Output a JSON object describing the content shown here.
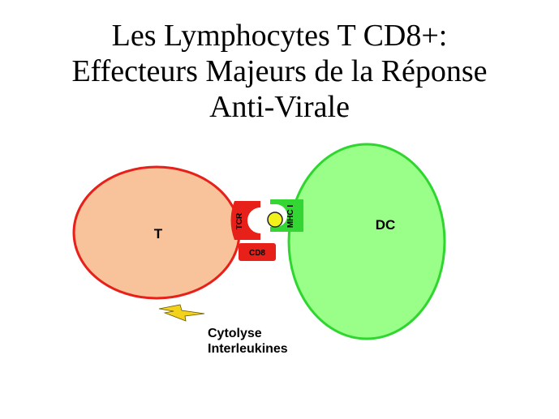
{
  "title": {
    "line1": "Les Lymphocytes T CD8+:",
    "line2": "Effecteurs Majeurs de la Réponse",
    "line3": "Anti-Virale"
  },
  "diagram": {
    "t_cell_label": "T",
    "dc_label": "DC",
    "tcr_label": "TCR",
    "mhc_label": "MHC I",
    "cd8_label": "CD8",
    "outcome_line1": "Cytolyse",
    "outcome_line2": "Interleukines"
  },
  "colors": {
    "t_cell_fill": "#F8C39B",
    "t_cell_stroke": "#E8201A",
    "dc_fill": "#99FF88",
    "dc_stroke": "#2FD62F",
    "receptor_red": "#E8201A",
    "mhc_green": "#33D633",
    "antigen_yellow": "#F2F21A",
    "lightning": "#F2D21A"
  }
}
